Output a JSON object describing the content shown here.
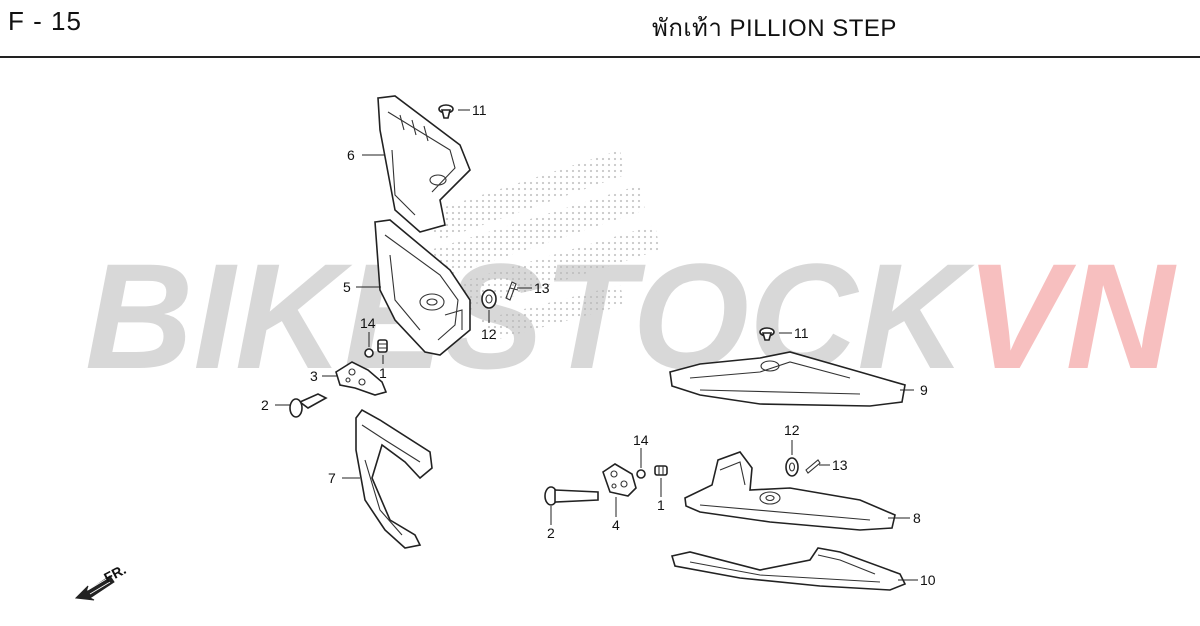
{
  "header": {
    "code": "F - 15",
    "title": "พักเท้า  PILLION STEP"
  },
  "watermark": {
    "part_a": "BIKESTOCK",
    "part_b": "VN",
    "colors": {
      "part_a": "#b8b8b8",
      "part_b": "#f08a8a"
    }
  },
  "direction_marker": {
    "label": "FR.",
    "icon": "front-direction-arrow-icon"
  },
  "callouts": {
    "c1a": "1",
    "c1b": "1",
    "c2a": "2",
    "c2b": "2",
    "c3": "3",
    "c4": "4",
    "c5": "5",
    "c6": "6",
    "c7": "7",
    "c8": "8",
    "c9": "9",
    "c10": "10",
    "c11a": "11",
    "c11b": "11",
    "c12a": "12",
    "c12b": "12",
    "c13a": "13",
    "c13b": "13",
    "c14a": "14",
    "c14b": "14"
  }
}
